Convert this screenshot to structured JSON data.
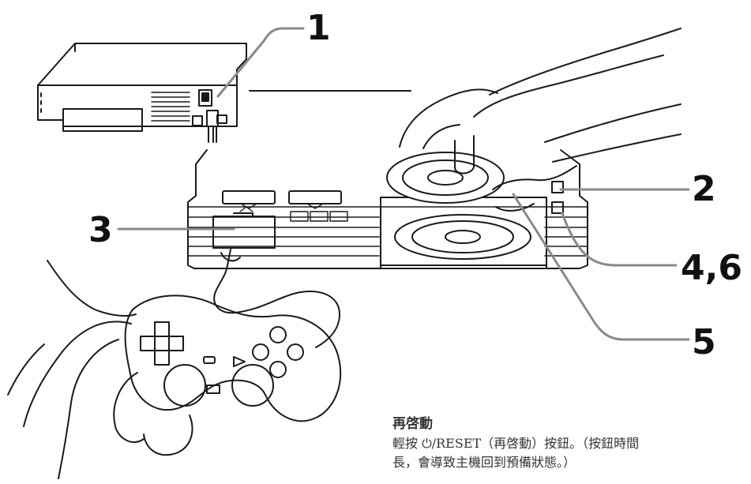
{
  "callouts": {
    "c1": "1",
    "c2": "2",
    "c3": "3",
    "c46": "4,6",
    "c5": "5"
  },
  "caption": {
    "title": "再啓動",
    "line1": "輕按 ⏻/RESET（再啓動）按鈕。（按鈕時間",
    "line2": "長，會導致主機回到預備狀態。）"
  }
}
